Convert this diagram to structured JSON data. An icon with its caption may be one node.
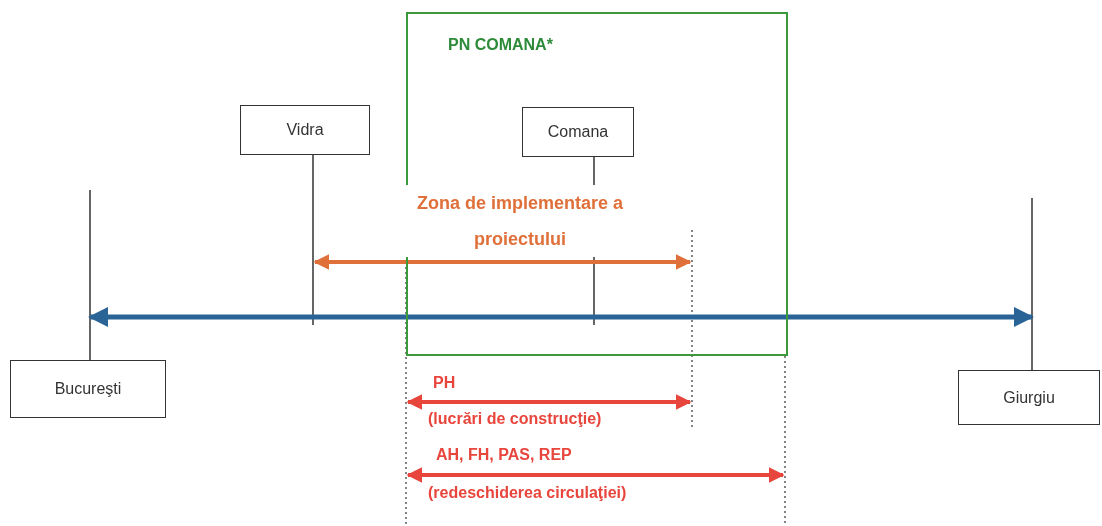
{
  "diagram": {
    "nodes": [
      {
        "text": [
          "PN COMANA*"
        ]
      },
      {
        "text": [
          "Vidra"
        ]
      },
      {
        "text": [
          "Comana"
        ],
        "in": 0
      },
      {
        "text": [
          "Bucureşti"
        ]
      },
      {
        "text": [
          "Giurgiu"
        ]
      }
    ],
    "edges": [
      {
        "from": 3,
        "to": 4,
        "arrow": "both",
        "color": "#2a6496"
      }
    ],
    "labels": [
      "Zona de implementare a proiectului",
      "PH",
      "(lucrări de construcţie)",
      "AH, FH, PAS, REP",
      "(redeschiderea circulaţiei)"
    ]
  }
}
